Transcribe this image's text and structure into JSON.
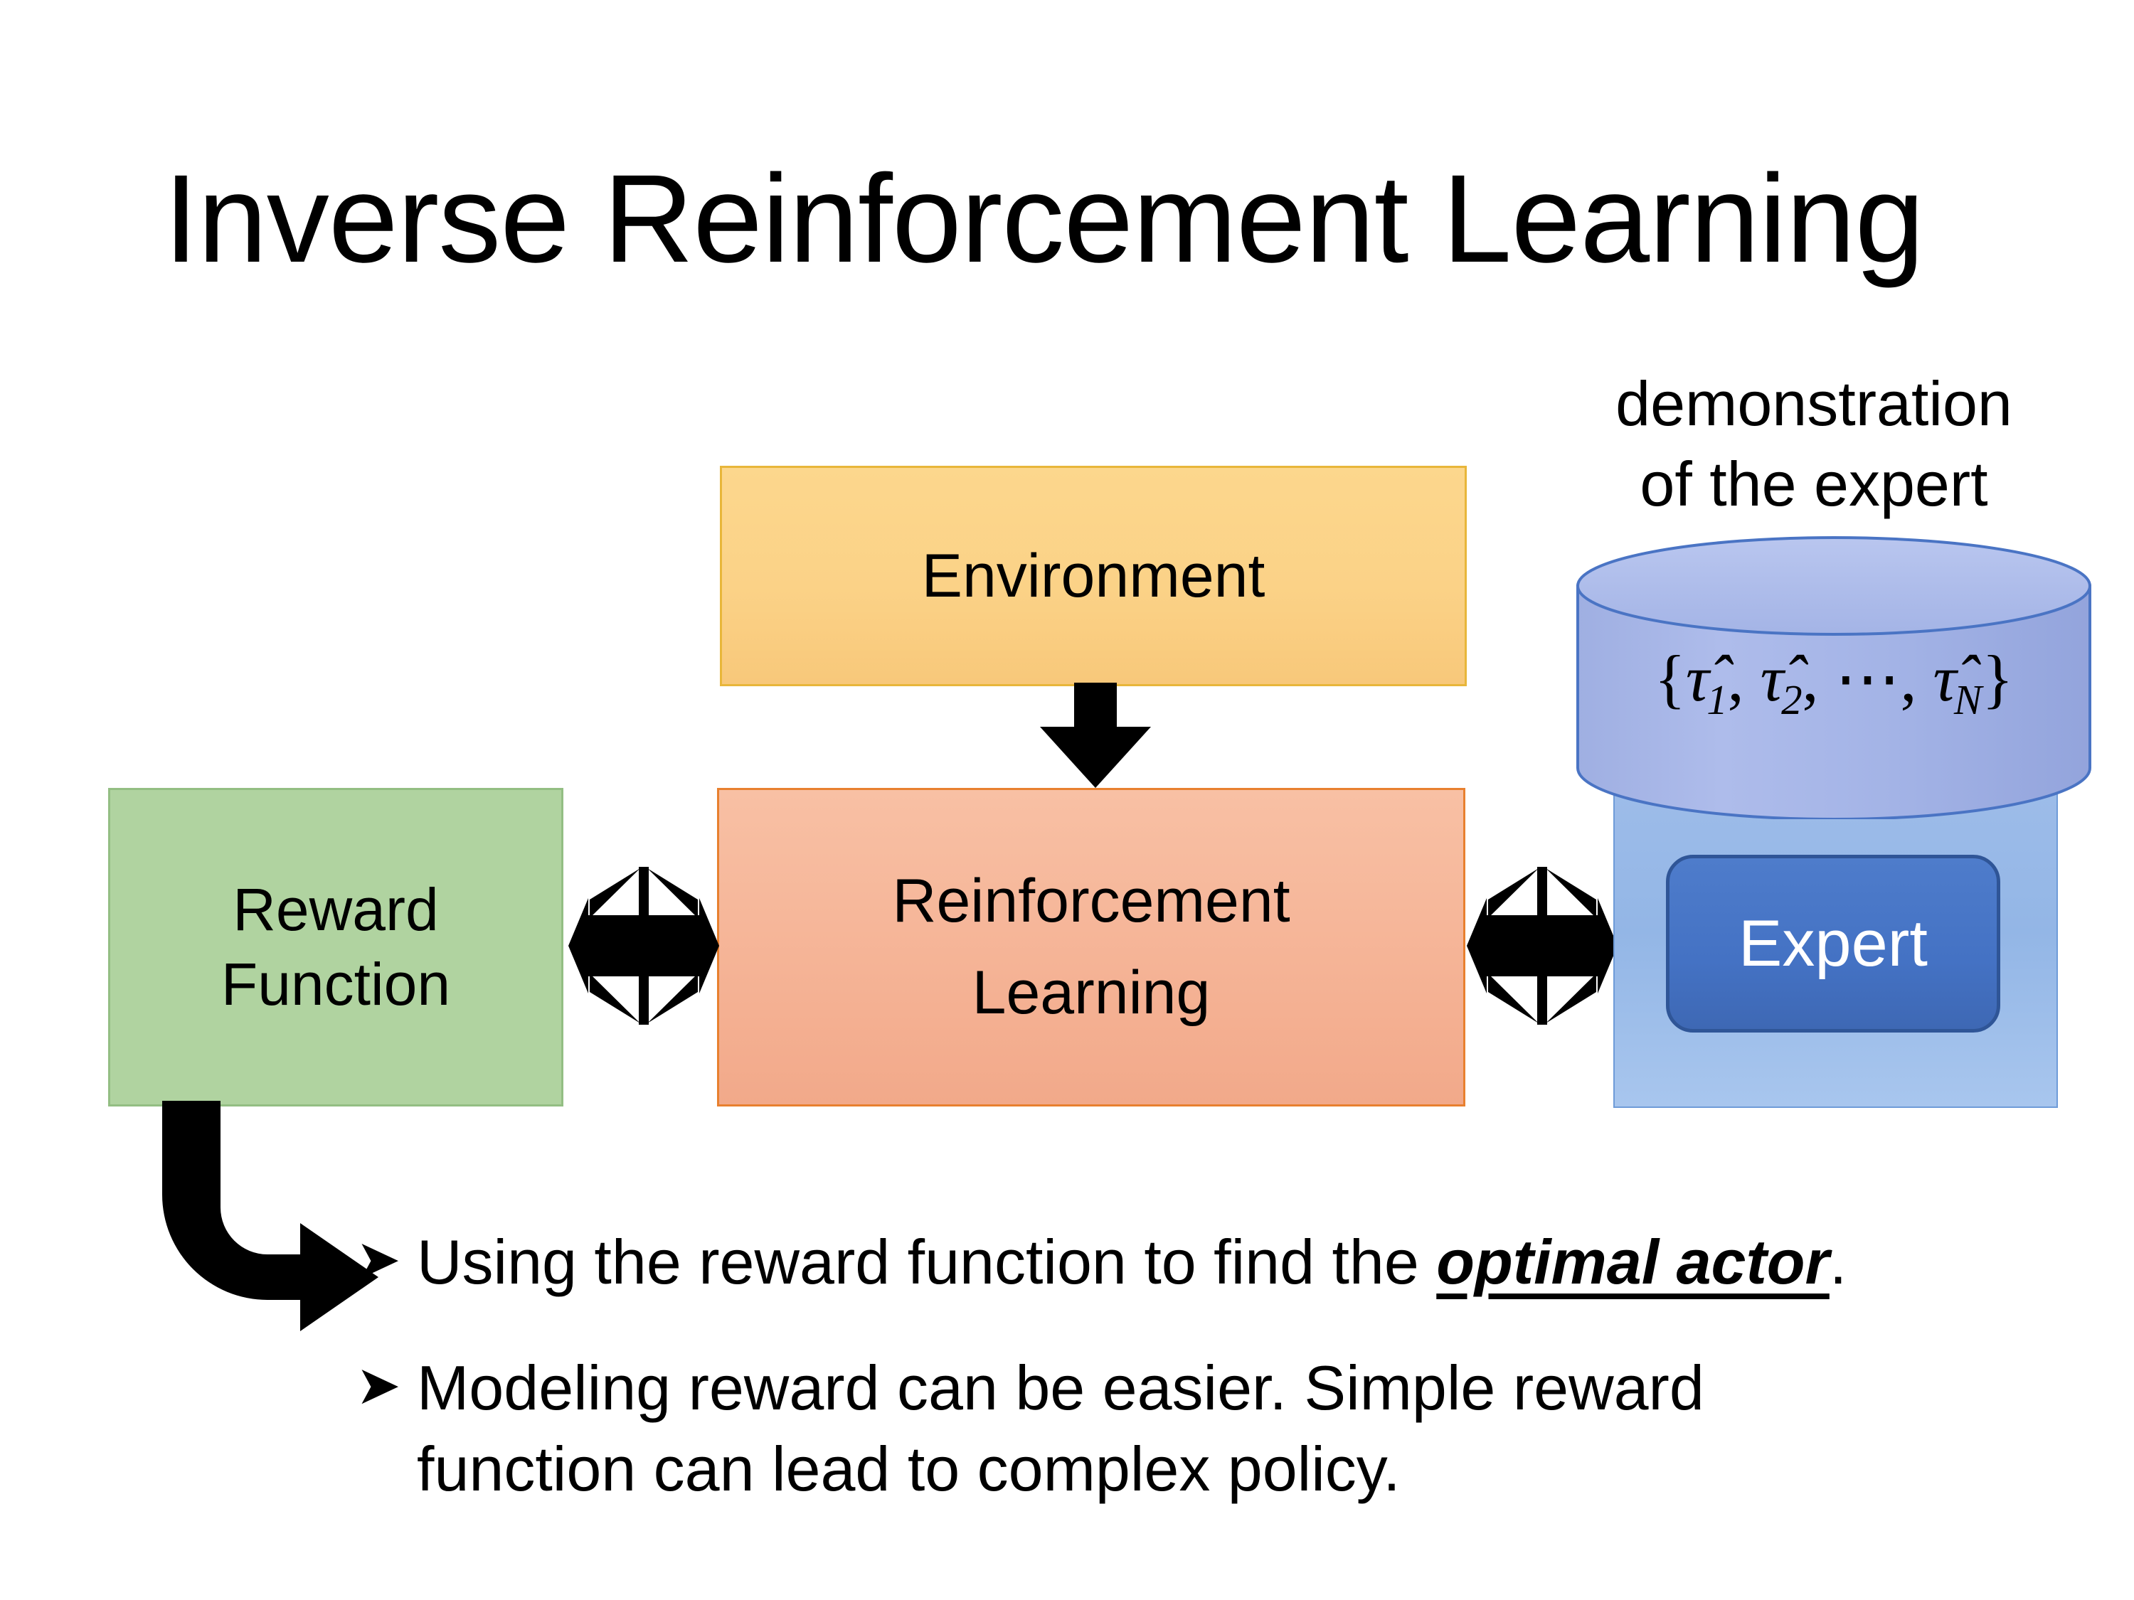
{
  "slide": {
    "title": "Inverse Reinforcement Learning",
    "background_color": "#FFFFFF"
  },
  "diagram": {
    "environment": {
      "label": "Environment",
      "fill_color": "#FCD78D",
      "border_color": "#E8B63A"
    },
    "reward_function": {
      "line1": "Reward",
      "line2": "Function",
      "fill_color": "#B0D3A0",
      "border_color": "#93BE83"
    },
    "reinforcement_learning": {
      "line1": "Reinforcement",
      "line2": "Learning",
      "fill_color": "#F6B79A",
      "border_color": "#E8802F"
    },
    "demonstration": {
      "caption_line1": "demonstration",
      "caption_line2": "of the expert",
      "set_open": "{",
      "tau_1": "τ̂",
      "sub_1": "1",
      "sep_1": ", ",
      "tau_2": "τ̂",
      "sub_2": "2",
      "sep_2": ", ⋯, ",
      "tau_n": "τ̂",
      "sub_n": "N",
      "set_close": "}",
      "cylinder_color": "#A9B8E8",
      "cylinder_border_color": "#4A74C4"
    },
    "expert": {
      "label": "Expert",
      "fill_color": "#4472C4",
      "border_color": "#2F5597",
      "text_color": "#FFFFFF",
      "panel_color": "#94B6E4"
    },
    "connectors": {
      "environment_to_rl": "down-arrow",
      "reward_to_rl": "quad-arrow",
      "rl_to_expert": "quad-arrow",
      "reward_to_bullets": "elbow-arrow",
      "color": "#000000"
    }
  },
  "bullets": [
    {
      "marker": "➤",
      "pre": "Using the reward function to find the ",
      "emphasis": "optimal actor",
      "post": "."
    },
    {
      "marker": "➤",
      "line1": "Modeling reward can be easier. Simple reward",
      "line2": "function can lead to complex policy."
    }
  ]
}
